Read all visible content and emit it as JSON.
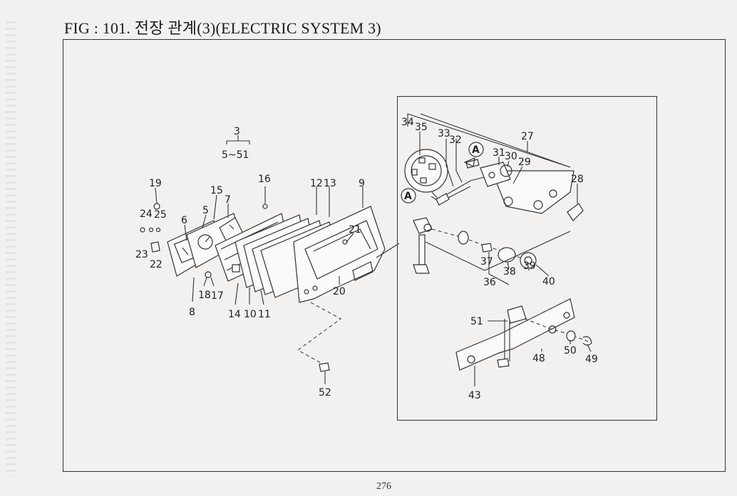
{
  "title": "FIG : 101. 전장 관계(3)(ELECTRIC SYSTEM 3)",
  "page_number": "276",
  "callouts": {
    "assembly_ref": "3",
    "assembly_range": "5~51",
    "inset_detail_marker": "A",
    "left_assembly": [
      "19",
      "16",
      "12",
      "13",
      "9",
      "15",
      "7",
      "24",
      "25",
      "5",
      "6",
      "21",
      "23",
      "22",
      "18",
      "17",
      "8",
      "14",
      "10",
      "11",
      "20",
      "52"
    ],
    "inset_upper": [
      "34",
      "35",
      "33",
      "32",
      "27",
      "31",
      "30",
      "29",
      "28",
      "37",
      "38",
      "39",
      "40",
      "36"
    ],
    "inset_lower": [
      "51",
      "50",
      "49",
      "48",
      "43"
    ]
  }
}
